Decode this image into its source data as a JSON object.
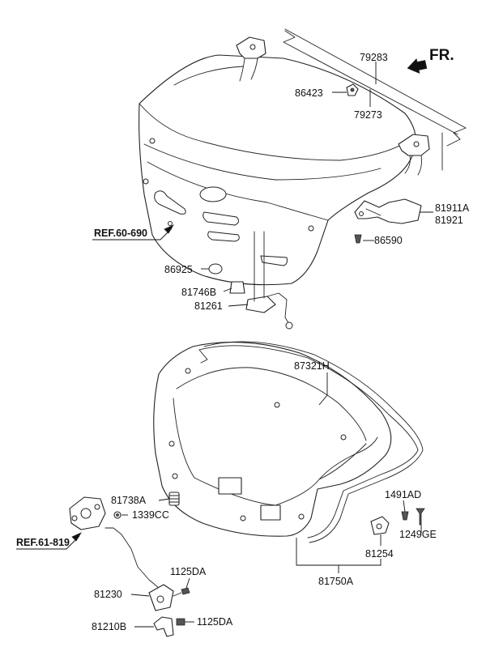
{
  "direction": {
    "label": "FR."
  },
  "references": {
    "ref_60_690": "REF.60-690",
    "ref_61_819": "REF.61-819"
  },
  "part_numbers": {
    "p79283": "79283",
    "p79273": "79273",
    "p86423": "86423",
    "p81911a": "81911A",
    "p81921": "81921",
    "p86590": "86590",
    "p86925": "86925",
    "p81746b": "81746B",
    "p81261": "81261",
    "p87321h": "87321H",
    "p81738a": "81738A",
    "p1339cc": "1339CC",
    "p1491ad": "1491AD",
    "p1249ge": "1249GE",
    "p81254": "81254",
    "p81750a": "81750A",
    "p1125da_upper": "1125DA",
    "p81230": "81230",
    "p81210b": "81210B",
    "p1125da_lower": "1125DA"
  }
}
